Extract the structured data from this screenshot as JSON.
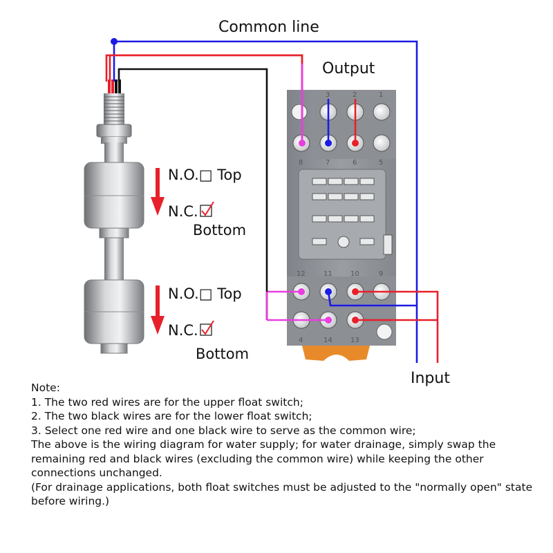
{
  "labels": {
    "common_line": "Common line",
    "output": "Output",
    "input": "Input",
    "no_top_1": "N.O.□ Top",
    "nc_1": "N.C.",
    "bottom_1": "Bottom",
    "no_top_2": "N.O.□  Top",
    "nc_2": "N.C.",
    "bottom_2": "Bottom"
  },
  "relay_pins": {
    "top_row": [
      "8",
      "7",
      "6",
      "5"
    ],
    "top_upper": [
      "3",
      "2",
      "1"
    ],
    "bottom_upper": [
      "12",
      "11",
      "10",
      "9"
    ],
    "bottom_lower": [
      "4",
      "14",
      "13"
    ]
  },
  "notes": {
    "heading": "Note:",
    "lines": [
      "1. The two red wires are for the upper float switch;",
      "2. The two black wires are for the lower float switch;",
      "3. Select one red wire and one black wire to serve as the common wire;",
      "The above is the wiring diagram for water supply; for water drainage, simply swap the remaining red and black wires (excluding the common wire) while keeping the other connections unchanged.",
      "(For drainage applications, both float switches must be adjusted to the \"normally open\" state before wiring.)"
    ]
  },
  "colors": {
    "blue_wire": "#1a1ae6",
    "red_wire": "#e8202a",
    "magenta_wire": "#e83ee0",
    "black_wire": "#111111",
    "relay_body": "#8e9196",
    "relay_base": "#e88a2a"
  }
}
